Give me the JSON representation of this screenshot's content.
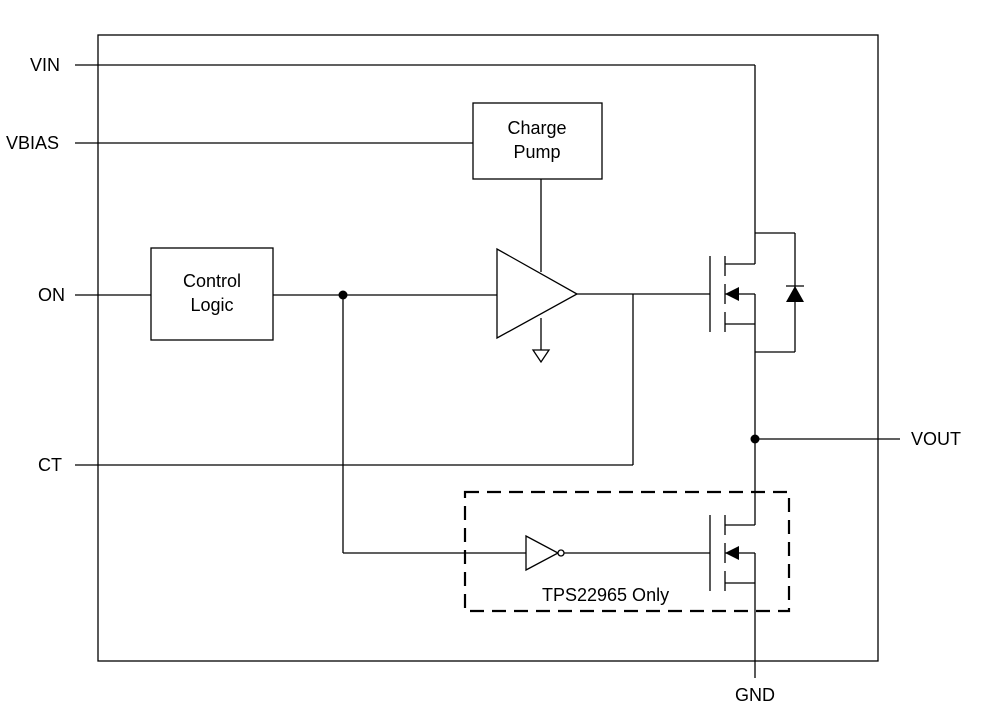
{
  "pins": {
    "vin": "VIN",
    "vbias": "VBIAS",
    "on": "ON",
    "ct": "CT",
    "vout": "VOUT",
    "gnd": "GND"
  },
  "blocks": {
    "charge_pump": [
      "Charge",
      "Pump"
    ],
    "control_logic": [
      "Control",
      "Logic"
    ]
  },
  "variant_note": "TPS22965 Only"
}
